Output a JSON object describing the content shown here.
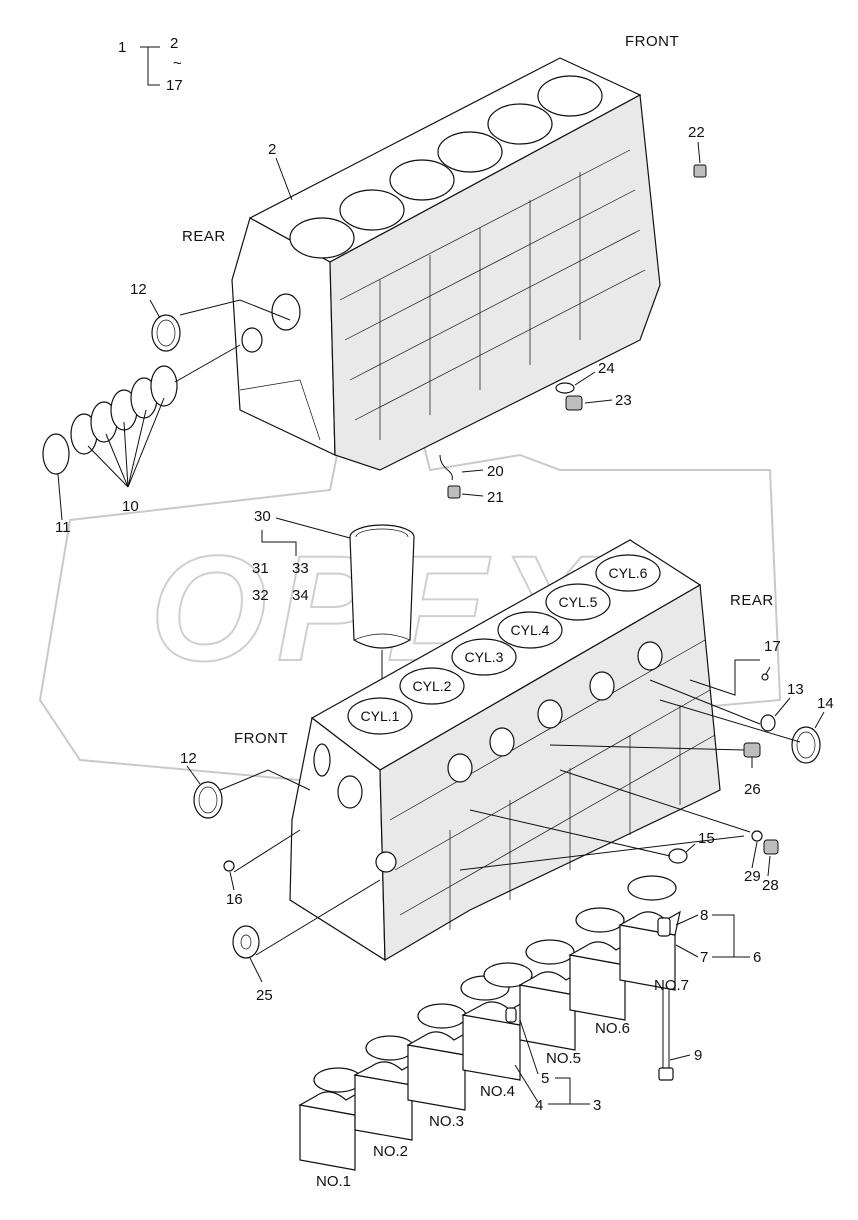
{
  "diagram": {
    "callouts": {
      "n1": "1",
      "n2": "2",
      "tilde": "~",
      "n17": "17",
      "n2b": "2",
      "n22": "22",
      "n12a": "12",
      "n24": "24",
      "n23": "23",
      "n20": "20",
      "n21": "21",
      "n10": "10",
      "n11": "11",
      "n30": "30",
      "n31": "31",
      "n33": "33",
      "n32": "32",
      "n34": "34",
      "n17b": "17",
      "n13": "13",
      "n14": "14",
      "n12b": "12",
      "n26": "26",
      "n15": "15",
      "n16": "16",
      "n29": "29",
      "n28": "28",
      "n25": "25",
      "n8": "8",
      "n7": "7",
      "n6": "6",
      "n9": "9",
      "n5": "5",
      "n4": "4",
      "n3": "3"
    },
    "words": {
      "front_top": "FRONT",
      "rear_top": "REAR",
      "rear_bottom": "REAR",
      "front_bottom": "FRONT"
    },
    "cylinders": [
      "CYL.1",
      "CYL.2",
      "CYL.3",
      "CYL.4",
      "CYL.5",
      "CYL.6"
    ],
    "caps": [
      "NO.1",
      "NO.2",
      "NO.3",
      "NO.4",
      "NO.5",
      "NO.6",
      "NO.7"
    ],
    "watermark": "OPEX"
  }
}
